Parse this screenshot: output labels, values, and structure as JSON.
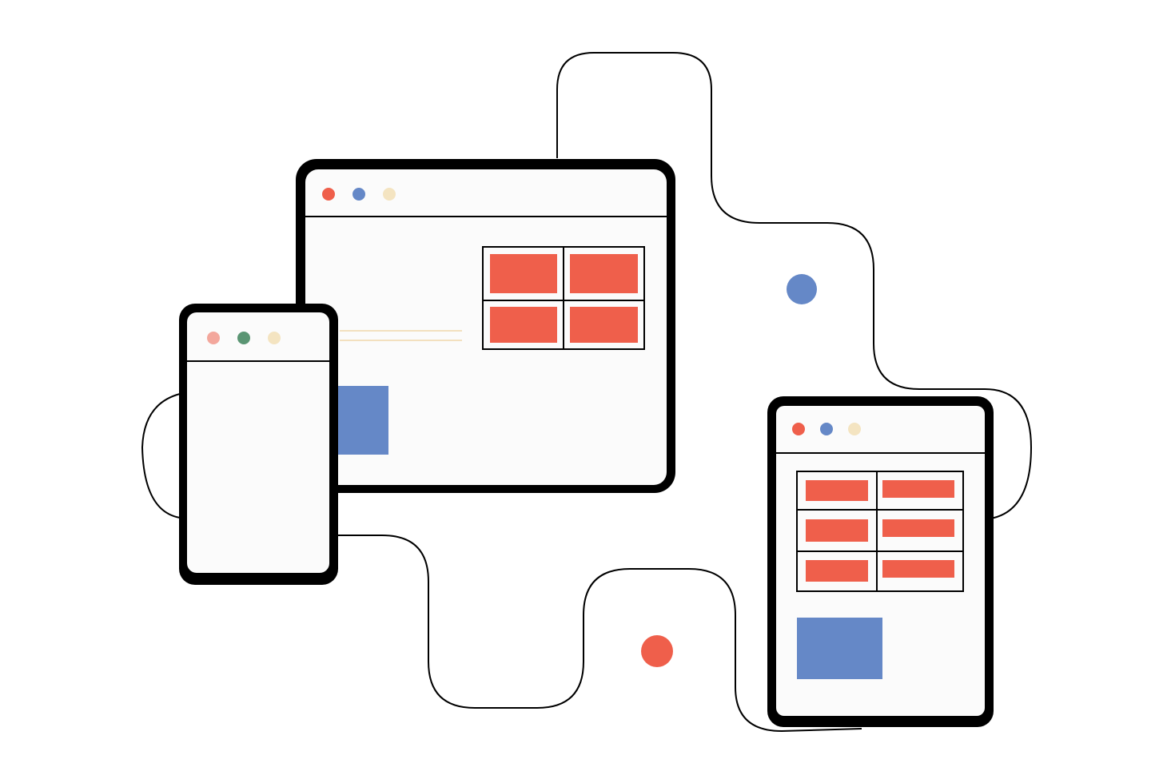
{
  "palette": {
    "background": "#ffffff",
    "outline": "#000000",
    "screen": "#fbfbfb",
    "coral": "#ef5f4b",
    "blue": "#6588c7",
    "cream_dot": "#f4e4c1",
    "pink_dot": "#f3a79c",
    "green_dot": "#5a9573",
    "cream_line": "#f3e0bf"
  },
  "devices": [
    {
      "id": "desktop-browser-window",
      "dots": [
        "red-dot-icon",
        "blue-dot-icon",
        "cream-dot-icon"
      ]
    },
    {
      "id": "phone-window",
      "dots": [
        "pink-dot-icon",
        "green-dot-icon",
        "cream-dot-icon"
      ]
    },
    {
      "id": "tablet-window",
      "dots": [
        "red-dot-icon",
        "blue-dot-icon",
        "cream-dot-icon"
      ]
    }
  ],
  "floating_dots": [
    "blue-circle-icon",
    "red-circle-icon"
  ]
}
